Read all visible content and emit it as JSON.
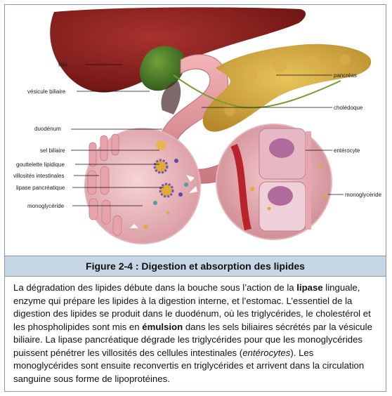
{
  "labels": {
    "foie": "foie",
    "vesicule": "vésicule biliaire",
    "duodenum": "duodénum",
    "sel": "sel biliaire",
    "gouttelette": "gouttelette lipidique",
    "villosites": "villosités intestinales",
    "lipase": "lipase pancréatique",
    "monoglyceride_left": "monoglycéride",
    "pancreas": "pancréas",
    "choledoque": "cholédoque",
    "enterocyte": "entérocyte",
    "monoglyceride_right": "monoglycéride"
  },
  "caption": "Figure 2-4 : Digestion et absorption des lipides",
  "text": {
    "p1": "La dégradation des lipides débute dans la bouche sous l’action de la ",
    "lipase": "lipase",
    "p2": " linguale, enzyme qui prépare les lipides à la digestion interne, et l’estomac. L’essentiel de la digestion des lipides se produit dans le duodénum, où les triglycérides, le cholestérol et les phospholipides sont mis en ",
    "emulsion": "émulsion",
    "p3": " dans les sels biliaires sécrétés par la vésicule biliaire. La lipase pancréatique dégrade les triglycérides pour que les monoglycérides puissent pénétrer les villosités des cellules intestinales (",
    "enterocytes": "entérocytes",
    "p4": "). Les monoglycérides sont ensuite reconvertis en triglycérides et arrivent dans la circulation sanguine sous forme de lipoprotéines."
  }
}
